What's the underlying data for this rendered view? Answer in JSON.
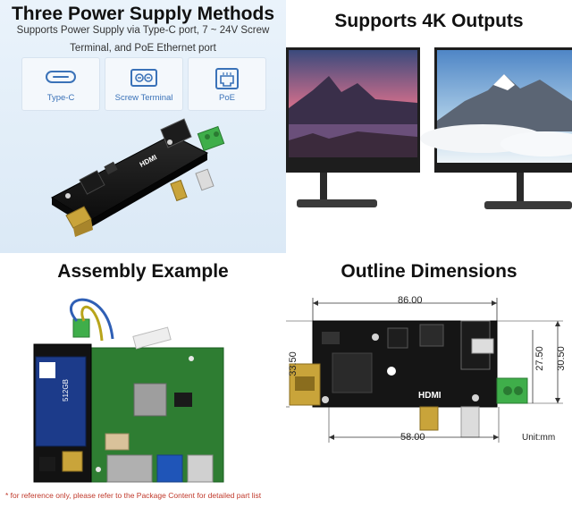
{
  "panel1": {
    "title": "Three Power Supply Methods",
    "subtitle_line1": "Supports Power Supply via Type-C port, 7 ~ 24V Screw",
    "subtitle_line2": "Terminal, and PoE Ethernet port",
    "features": [
      {
        "label": "Type-C",
        "icon": "usb-c-icon"
      },
      {
        "label": "Screw Terminal",
        "icon": "screw-terminal-icon"
      },
      {
        "label": "PoE",
        "icon": "ethernet-icon"
      }
    ],
    "hdmi_silk": "HDMI"
  },
  "panel2": {
    "title": "Supports 4K Outputs"
  },
  "panel3": {
    "title": "Assembly Example",
    "module_label": "512GB",
    "footnote": "* for reference only, please refer to the Package Content for detailed part list"
  },
  "panel4": {
    "title": "Outline Dimensions",
    "dim_top": "86.00",
    "dim_bottom": "58.00",
    "dim_left": "33.50",
    "dim_right_inner": "27.50",
    "dim_right_outer": "30.50",
    "unit": "Unit:mm",
    "hdmi_silk": "HDMI"
  },
  "colors": {
    "accent_blue": "#3a72b8",
    "pcb_black": "#151515",
    "terminal_green": "#3fae4a",
    "pi_green": "#2e7d32",
    "note_red": "#c0392b"
  }
}
